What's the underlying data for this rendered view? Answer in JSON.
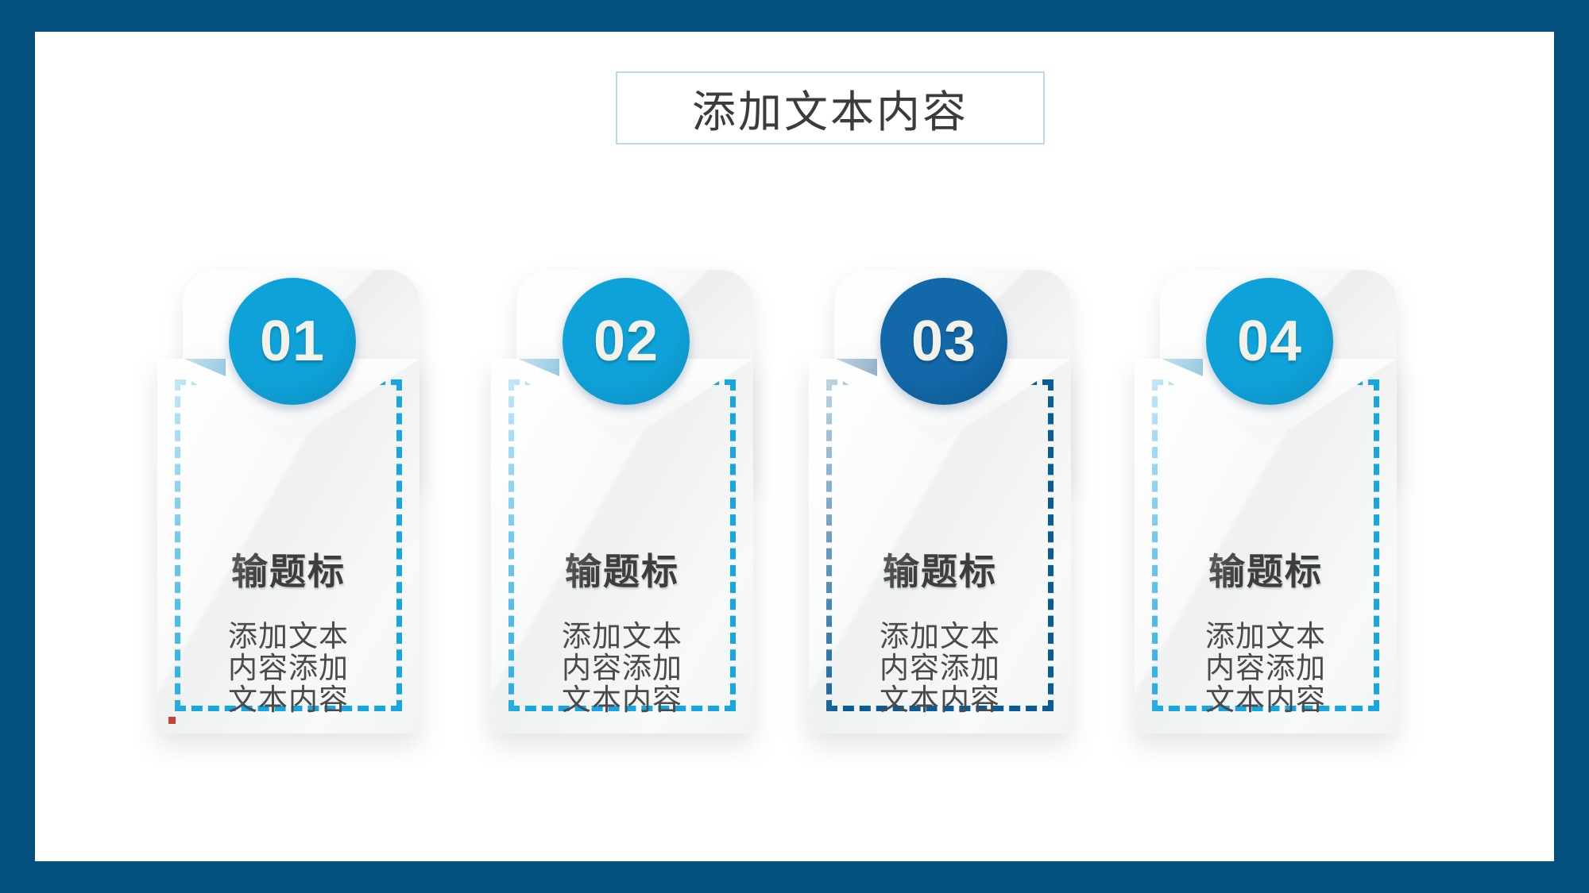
{
  "slide": {
    "frame_color": "#03507f",
    "background_color": "#ffffff",
    "title": "添加文本内容",
    "title_border_color": "#bcd7e8"
  },
  "cards": [
    {
      "number": "01",
      "title": "输题标",
      "body_lines": [
        "添加文本",
        "内容添加",
        "文本内容"
      ],
      "circle_color": "#0fa2d8",
      "circle_color_dark": "#0b8cc0",
      "dash_color": "#18a6e0",
      "tab_color": "#1487bb",
      "has_speck": true
    },
    {
      "number": "02",
      "title": "输题标",
      "body_lines": [
        "添加文本",
        "内容添加",
        "文本内容"
      ],
      "circle_color": "#0fa2d8",
      "circle_color_dark": "#0b8cc0",
      "dash_color": "#18a6e0",
      "tab_color": "#1487bb",
      "has_speck": false
    },
    {
      "number": "03",
      "title": "输题标",
      "body_lines": [
        "添加文本",
        "内容添加",
        "文本内容"
      ],
      "circle_color": "#1268a8",
      "circle_color_dark": "#0b5489",
      "dash_color": "#0a5c96",
      "tab_color": "#0a4f83",
      "has_speck": false
    },
    {
      "number": "04",
      "title": "输题标",
      "body_lines": [
        "添加文本",
        "内容添加",
        "文本内容"
      ],
      "circle_color": "#0fa2d8",
      "circle_color_dark": "#0b8cc0",
      "dash_color": "#18a6e0",
      "tab_color": "#1487bb",
      "has_speck": false
    }
  ]
}
